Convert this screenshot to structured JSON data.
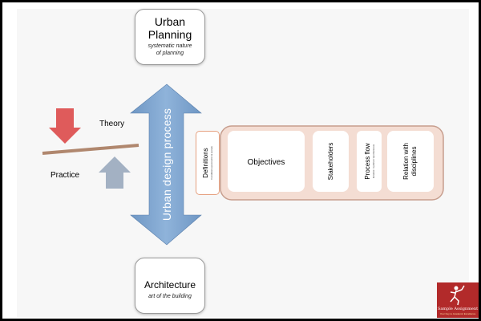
{
  "colors": {
    "main_arrow": "#7ea6d0",
    "theory_arrow": "#df5b5b",
    "practice_arrow": "#a3b1c3",
    "line": "#b0876e",
    "band_fill": "#f4ddd3",
    "band_border": "#c79e8e",
    "logo_bg": "#b22a2a"
  },
  "top_box": {
    "title_line1": "Urban",
    "title_line2": "Planning",
    "subtitle_line1": "systematic nature",
    "subtitle_line2": "of planning"
  },
  "bottom_box": {
    "title": "Architecture",
    "subtitle": "art of the building"
  },
  "main_arrow_label": "Urban design process",
  "theory_label": "Theory",
  "practice_label": "Practice",
  "definitions": {
    "label": "Definitions",
    "sublabel": "Conditions (economic & social)"
  },
  "items": [
    {
      "label": "Objectives"
    },
    {
      "label": "Stakeholders"
    },
    {
      "label": "Process flow",
      "sublabel": "iterative / cyclical / spontaneous"
    },
    {
      "label_line1": "Relation with",
      "label_line2": "disciplines"
    }
  ],
  "logo": {
    "title": "Sample Assignment",
    "tagline": "Your Key to Academic Excellence"
  }
}
